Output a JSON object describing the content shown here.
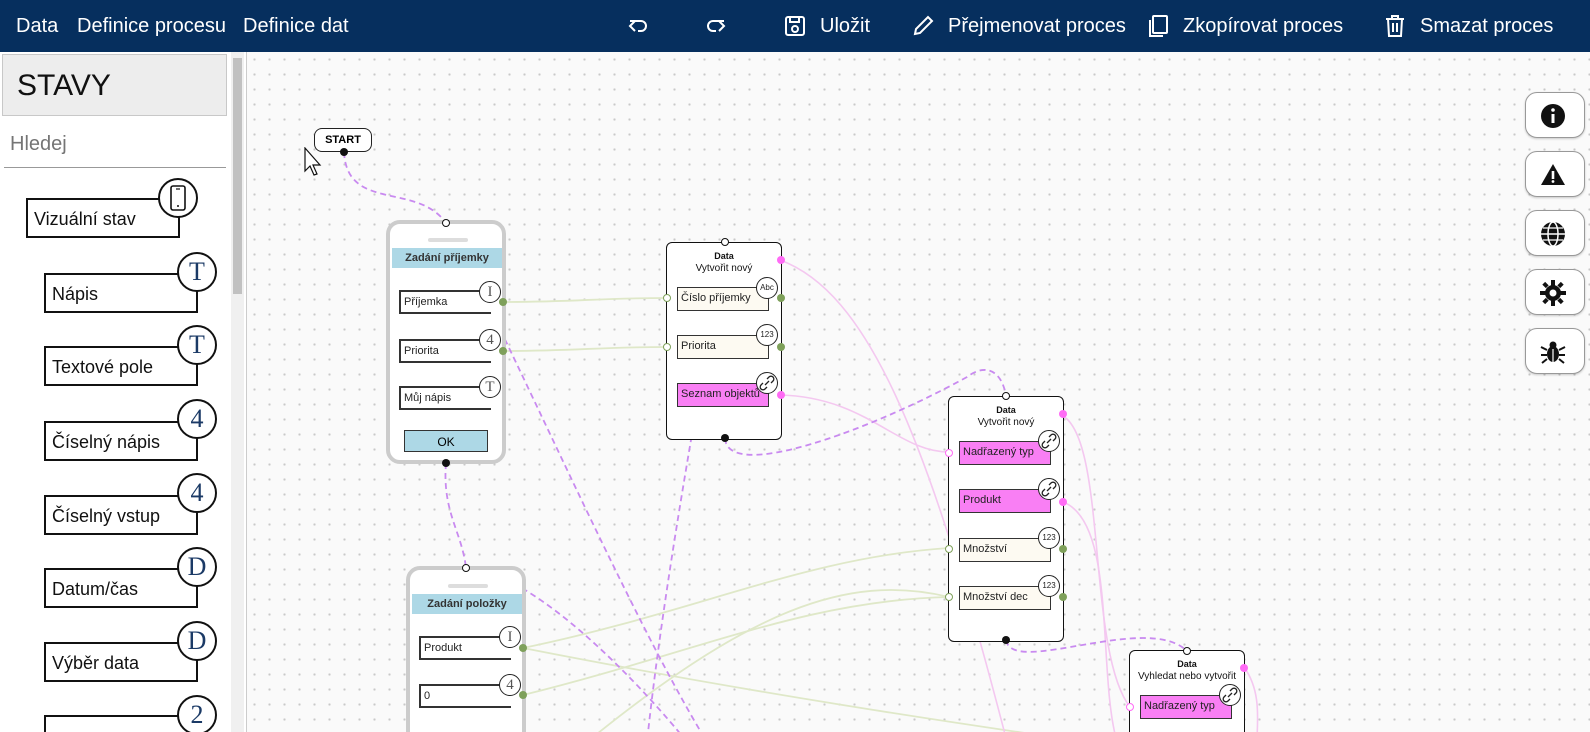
{
  "topbar": {
    "menu": [
      "Data",
      "Definice procesu",
      "Definice dat"
    ],
    "undo_icon": "undo-icon",
    "redo_icon": "redo-icon",
    "save_label": "Uložit",
    "rename_label": "Přejmenovat proces",
    "copy_label": "Zkopírovat proces",
    "delete_label": "Smazat proces",
    "bg_color": "#062f5e"
  },
  "sidebar": {
    "title": "STAVY",
    "search_placeholder": "Hledej",
    "items": [
      {
        "label": "Vizuální stav",
        "badge": "",
        "icon": "phone-icon"
      },
      {
        "label": "Nápis",
        "badge": "T",
        "icon": "text-icon"
      },
      {
        "label": "Textové pole",
        "badge": "T",
        "icon": "text-icon"
      },
      {
        "label": "Číselný nápis",
        "badge": "4",
        "icon": "number-icon"
      },
      {
        "label": "Číselný vstup",
        "badge": "4",
        "icon": "number-icon"
      },
      {
        "label": "Datum/čas",
        "badge": "D",
        "icon": "date-icon"
      },
      {
        "label": "Výběr data",
        "badge": "D",
        "icon": "date-icon"
      },
      {
        "label": "",
        "badge": "2",
        "icon": "number-icon"
      }
    ]
  },
  "canvas": {
    "start_label": "START",
    "phone1": {
      "title": "Zadání příjemky",
      "fields": [
        {
          "label": "Příjemka",
          "badge": "I"
        },
        {
          "label": "Priorita",
          "badge": "4"
        },
        {
          "label": "Můj nápis",
          "badge": "T"
        }
      ],
      "button": "OK"
    },
    "phone2": {
      "title": "Zadání položky",
      "fields": [
        {
          "label": "Produkt",
          "badge": "I"
        },
        {
          "label": "0",
          "badge": "4"
        }
      ]
    },
    "data1": {
      "type": "Data",
      "action": "Vytvořit nový",
      "fields": [
        {
          "label": "Číslo příjemky",
          "badge": "Abc"
        },
        {
          "label": "Priorita",
          "badge": "123"
        },
        {
          "label": "Seznam objektů",
          "badge": "link"
        }
      ]
    },
    "data2": {
      "type": "Data",
      "action": "Vytvořit nový",
      "fields": [
        {
          "label": "Nadřazený typ",
          "badge": "link"
        },
        {
          "label": "Produkt",
          "badge": "link"
        },
        {
          "label": "Množství",
          "badge": "123"
        },
        {
          "label": "Množství dec",
          "badge": "123"
        }
      ]
    },
    "data3": {
      "type": "Data",
      "action": "Vyhledat nebo vytvořit",
      "fields": [
        {
          "label": "Nadřazený typ",
          "badge": "link"
        }
      ]
    },
    "colors": {
      "flow": "#c98af0",
      "link": "#ff6bf5",
      "value": "#7ea05a",
      "phone_title": "#add8e6"
    }
  },
  "right_toolbar": [
    "info-icon",
    "warning-icon",
    "globe-icon",
    "settings-icon",
    "bug-icon"
  ]
}
